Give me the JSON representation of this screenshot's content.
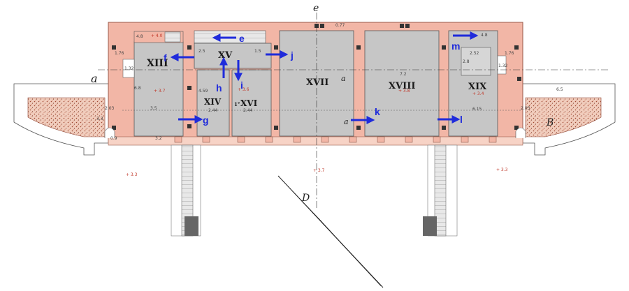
{
  "rooms": {
    "xiii": "XIII",
    "xiv": "XIV",
    "xv": "XV",
    "xvi_prefix": "1°",
    "xvi": "XVI",
    "xvii": "XVII",
    "xviii": "XVIII",
    "xix": "XIX"
  },
  "arrows": {
    "e": "e",
    "f": "f",
    "g": "g",
    "h": "h",
    "i": "i",
    "j": "j",
    "k": "k",
    "l": "l",
    "m": "m"
  },
  "axes": {
    "a_left": "a",
    "b_right": "B",
    "c_top": "e",
    "d_bottom": "D",
    "a_small_1": "a",
    "a_small_2": "a"
  },
  "dimensions": {
    "d_4_8": "4.8",
    "d_3_5": "3.5",
    "d_7_2": "7.2",
    "d_2_44a": "2.44",
    "d_2_44b": "2.44",
    "d_4_59": "4.59",
    "d_6_8": "6.8",
    "d_1_76a": "1.76",
    "d_1_76b": "1.76",
    "d_2_5": "2.5",
    "d_1_32a": "1.32",
    "d_1_32b": "1.32",
    "d_3_3": "3.3",
    "d_2_8": "2.8",
    "d_6_5": "6.5",
    "d_2_03": "2.03",
    "d_3_2": "3.2",
    "d_2_52": "2.52",
    "d_0_9": "0.9",
    "d_6_15": "6.15",
    "d_0_77": "0.77",
    "d_1_5": "1.5",
    "d_4_8b": "4.8"
  },
  "references": {
    "r1": "+ 3.7",
    "r2": "+ 3.6",
    "r3": "+ 3.3",
    "r4": "+ 3.3",
    "r5": "+ 3.7",
    "r6": "+ 3.8",
    "r7": "+ 4.0",
    "r8": "+ 3.4"
  },
  "colors": {
    "wall": "#f2b6a6",
    "room": "#c6c6c6",
    "arrow": "#1f2bdb",
    "gravel": "#e9b9a6"
  }
}
